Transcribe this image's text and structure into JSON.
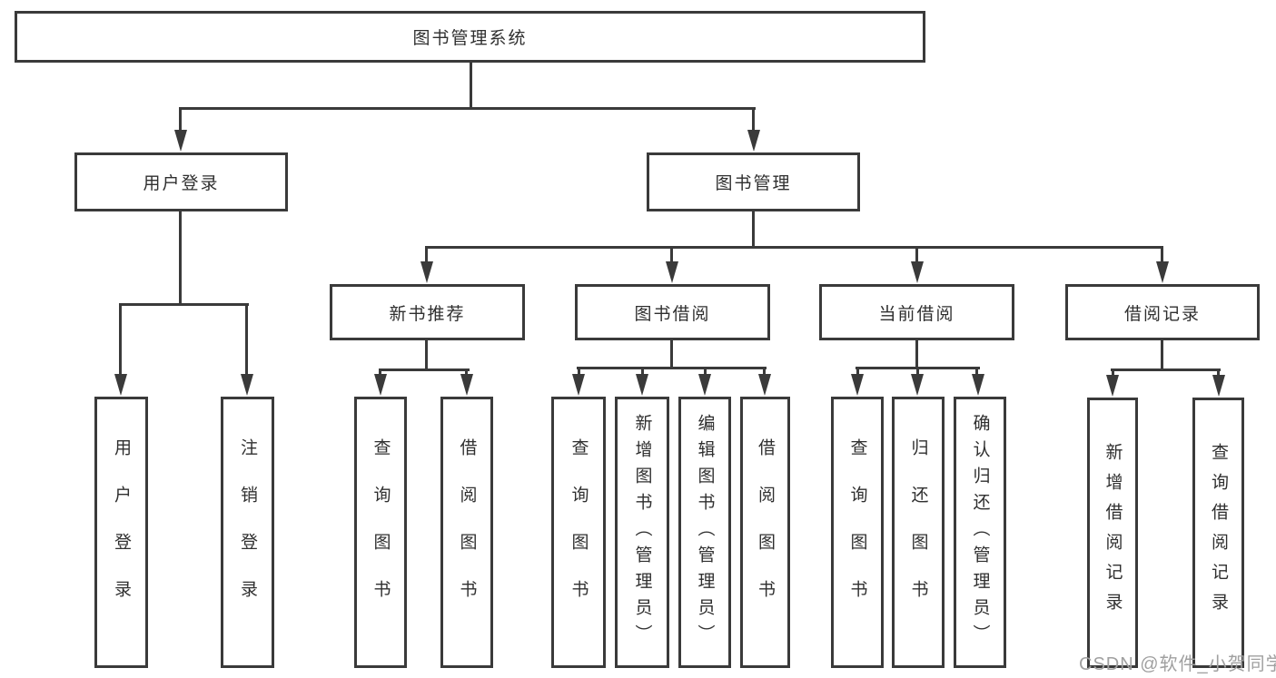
{
  "diagram": {
    "root": {
      "label": "图书管理系统"
    },
    "level2": [
      {
        "label": "用户登录"
      },
      {
        "label": "图书管理"
      }
    ],
    "level3": [
      {
        "label": "新书推荐"
      },
      {
        "label": "图书借阅"
      },
      {
        "label": "当前借阅"
      },
      {
        "label": "借阅记录"
      }
    ],
    "leaves": [
      {
        "label": "用户登录"
      },
      {
        "label": "注销登录"
      },
      {
        "label": "查询图书"
      },
      {
        "label": "借阅图书"
      },
      {
        "label": "查询图书"
      },
      {
        "label": "新增图书（管理员）"
      },
      {
        "label": "编辑图书（管理员）"
      },
      {
        "label": "借阅图书"
      },
      {
        "label": "查询图书"
      },
      {
        "label": "归还图书"
      },
      {
        "label": "确认归还（管理员）"
      },
      {
        "label": "新增借阅记录"
      },
      {
        "label": "查询借阅记录"
      }
    ]
  },
  "watermark": {
    "text": "CSDN @软件_小贺同学"
  },
  "colors": {
    "line": "#3a3a3a",
    "text": "#2f2f2f",
    "watermark": "#a0a0a0",
    "background": "#ffffff"
  }
}
